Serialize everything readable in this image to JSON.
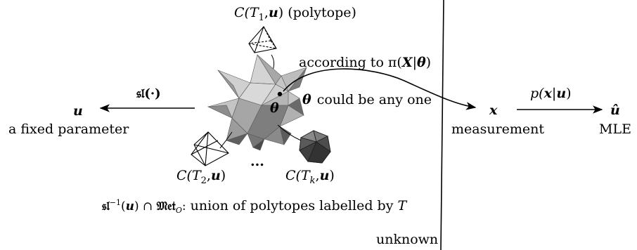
{
  "labels": {
    "top_poly_pre": "C(T",
    "top_poly_sub": "1",
    "top_poly_mid": ",",
    "top_poly_vec": "u",
    "top_poly_post": ")",
    "top_poly_note": "(polytope)",
    "left_poly_pre": "C(T",
    "left_poly_sub": "2",
    "left_poly_mid": ",",
    "left_poly_vec": "u",
    "left_poly_post": ")",
    "right_poly_pre": "C(T",
    "right_poly_sub": "k",
    "right_poly_mid": ",",
    "right_poly_vec": "u",
    "right_poly_post": ")",
    "ellipsis": "...",
    "sl_map": "𝔰𝔩(·)",
    "u_symbol": "u",
    "u_caption": "a fixed parameter",
    "theta_symbol": "θ",
    "theta_caption_sym": "θ",
    "theta_caption_text": "could be any one",
    "according_text": "according to π(",
    "according_X": "X",
    "according_bar": "|",
    "according_theta": "θ",
    "according_close": ")",
    "x_symbol": "x",
    "x_caption": "measurement",
    "p_pre": "p(",
    "p_x": "x",
    "p_bar": "|",
    "p_u": "u",
    "p_close": ")",
    "uhat_symbol": "û",
    "mle_caption": "MLE",
    "union_pre": "𝔰𝔩",
    "union_sup": "−1",
    "union_arg_open": "(",
    "union_arg": "u",
    "union_arg_close": ") ∩ ",
    "union_met": "𝔐𝔢𝔱",
    "union_met_sub": "O",
    "union_colon": ":",
    "union_text": "union of polytopes labelled by",
    "union_T": "T",
    "unknown_label": "unknown"
  },
  "colors": {
    "star_light": "#c9c9c9",
    "star_mid": "#a3a3a3",
    "star_dark": "#6e6e6e",
    "star_darker": "#4f4f4f",
    "poly_dark": "#555555"
  }
}
